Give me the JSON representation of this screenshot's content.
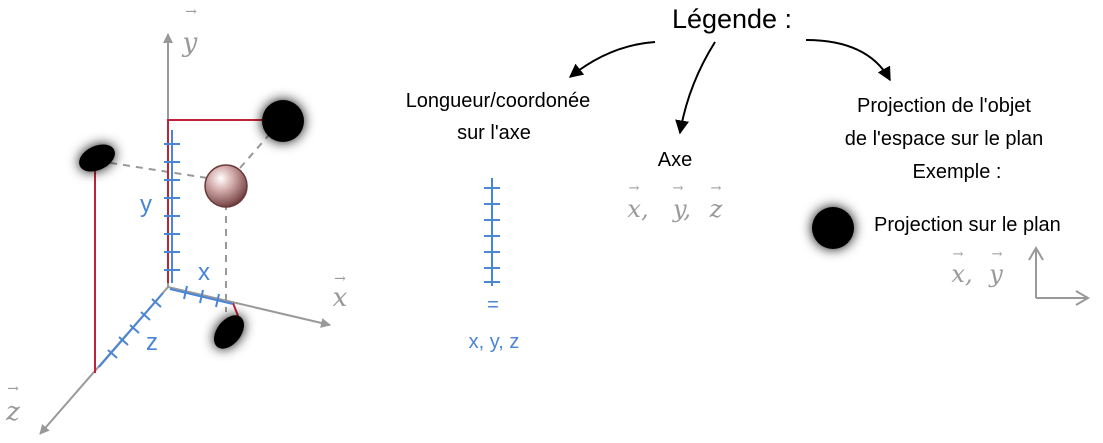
{
  "diagram": {
    "axes": {
      "y_label": "y",
      "x_label": "x",
      "z_label": "z",
      "vector_arrow": "→"
    },
    "measures": {
      "y": "y",
      "x": "x",
      "z": "z"
    },
    "colors": {
      "axis": "#999999",
      "measure": "#4a86d6",
      "projection": "#c0223a",
      "guide": "#999999",
      "object": "#000000"
    }
  },
  "legend": {
    "title": "Légende :",
    "length": {
      "line1": "Longueur/coordonée",
      "line2": "sur l'axe",
      "equals": "=",
      "coords": "x, y, z"
    },
    "axis": {
      "label": "Axe",
      "x": "x,",
      "y": "y,",
      "z": "z"
    },
    "projection": {
      "line1": "Projection de l'objet",
      "line2": "de l'espace sur le plan",
      "line3": "Exemple :",
      "example_label": "Projection sur le plan",
      "plane_x": "x,",
      "plane_y": "y"
    }
  }
}
